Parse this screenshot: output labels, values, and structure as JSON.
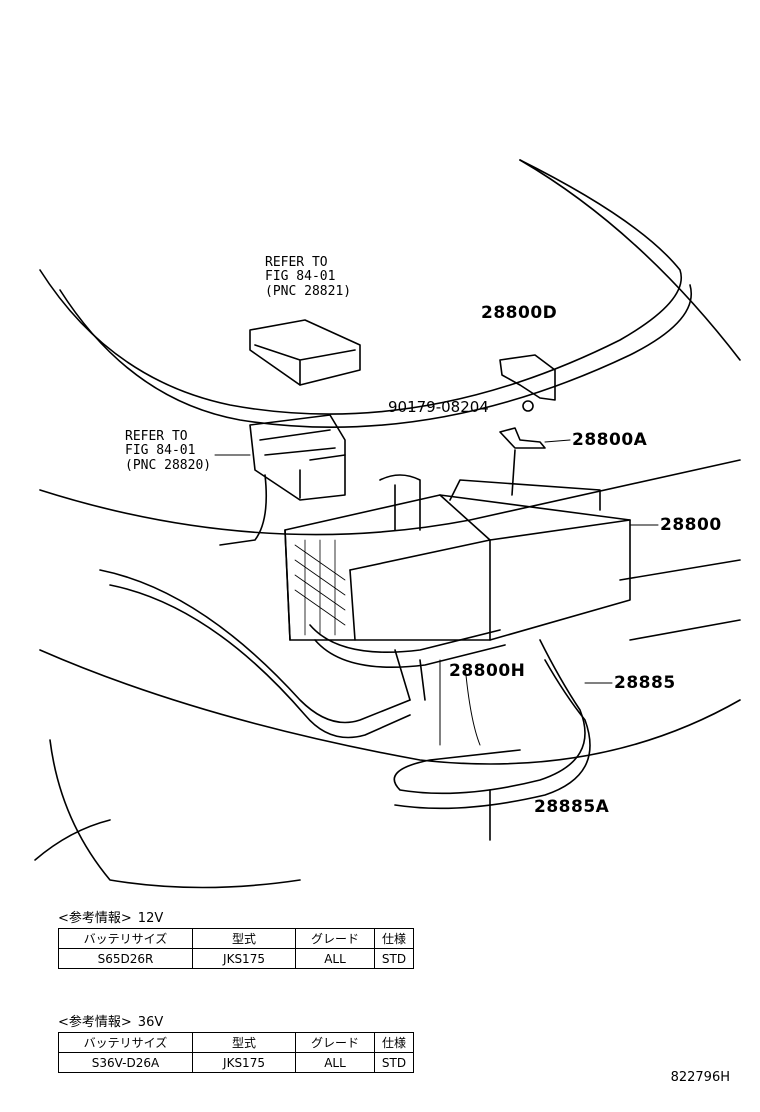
{
  "labels": {
    "refer_top_1": "REFER TO",
    "refer_top_2": "FIG 84-01",
    "refer_top_3": "(PNC 28821)",
    "refer_left_1": "REFER TO",
    "refer_left_2": "FIG 84-01",
    "refer_left_3": "(PNC 28820)",
    "p28800D": "28800D",
    "p90179": "90179-08204",
    "p28800A": "28800A",
    "p28800": "28800",
    "p28800H": "28800H",
    "p28885": "28885",
    "p28885A": "28885A"
  },
  "spec_12v": {
    "title": "<参考情報>",
    "voltage": "12V",
    "headers": [
      "バッテリサイズ",
      "型式",
      "グレード",
      "仕様"
    ],
    "row": [
      "S65D26R",
      "JKS175",
      "ALL",
      "STD"
    ]
  },
  "spec_36v": {
    "title": "<参考情報>",
    "voltage": "36V",
    "headers": [
      "バッテリサイズ",
      "型式",
      "グレード",
      "仕様"
    ],
    "row": [
      "S36V-D26A",
      "JKS175",
      "ALL",
      "STD"
    ]
  },
  "footer_code": "822796H"
}
